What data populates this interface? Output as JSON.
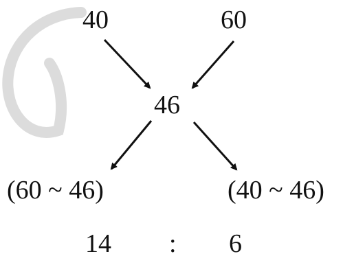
{
  "alligation": {
    "top_left": "40",
    "top_right": "60",
    "center": "46",
    "bottom_left": "(60 ~ 46)",
    "bottom_right": "(40 ~ 46)",
    "ratio_left": "14",
    "ratio_separator": ":",
    "ratio_right": "6"
  },
  "colors": {
    "ink": "#111111",
    "watermark_arc": "#dcdcdc",
    "background": "#ffffff"
  },
  "icons": {
    "arrow": "arrow-icon",
    "watermark": "watermark-arc-icon"
  }
}
